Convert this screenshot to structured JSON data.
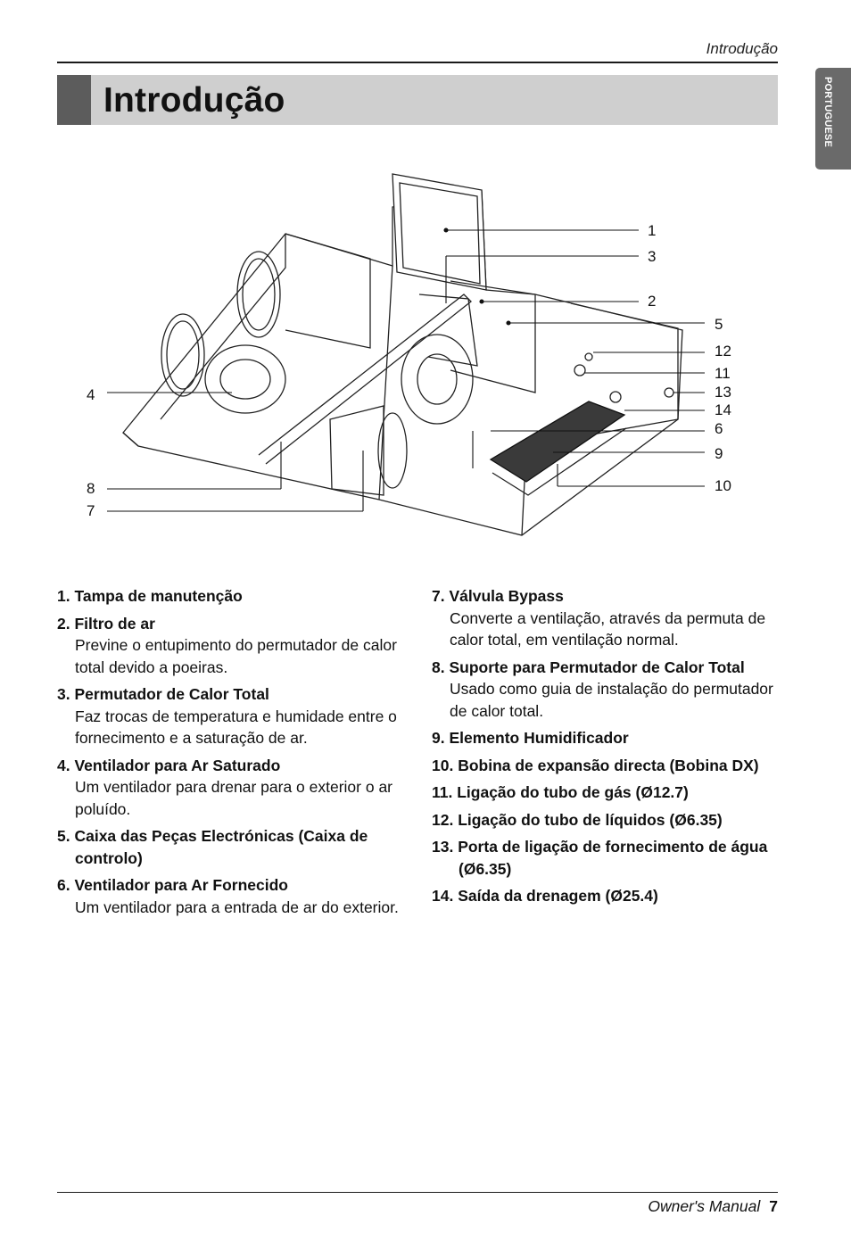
{
  "header": {
    "running_title": "Introdução",
    "page_title": "Introdução",
    "side_tab": "PORTUGUESE"
  },
  "diagram": {
    "callouts": [
      "1",
      "3",
      "2",
      "5",
      "12",
      "11",
      "13",
      "14",
      "6",
      "9",
      "10",
      "4",
      "8",
      "7"
    ]
  },
  "items_left": [
    {
      "title": "1. Tampa de manutenção",
      "desc": ""
    },
    {
      "title": "2. Filtro de ar",
      "desc": "Previne o entupimento do permutador de calor total devido a poeiras."
    },
    {
      "title": "3. Permutador de Calor Total",
      "desc": "Faz trocas de temperatura e humidade entre o fornecimento e a saturação de ar."
    },
    {
      "title": "4. Ventilador para Ar Saturado",
      "desc": "Um ventilador para drenar para o exterior o ar poluído."
    },
    {
      "title": "5. Caixa das Peças Electrónicas (Caixa de controlo)",
      "desc": ""
    },
    {
      "title": "6. Ventilador para Ar Fornecido",
      "desc": "Um ventilador para a entrada de ar do exterior."
    }
  ],
  "items_right": [
    {
      "title": "7. Válvula Bypass",
      "desc": "Converte a ventilação, através da permuta de calor total, em ventilação normal."
    },
    {
      "title": "8. Suporte para Permutador de Calor Total",
      "desc": "Usado como guia de instalação do permutador de calor total."
    },
    {
      "title": "9. Elemento Humidificador",
      "desc": ""
    },
    {
      "title": "10. Bobina de expansão directa (Bobina DX)",
      "desc": ""
    },
    {
      "title": "11. Ligação do tubo de gás (Ø12.7)",
      "desc": ""
    },
    {
      "title": "12. Ligação do tubo de líquidos (Ø6.35)",
      "desc": ""
    },
    {
      "title": "13. Porta de ligação de fornecimento de água (Ø6.35)",
      "desc": ""
    },
    {
      "title": "14. Saída da drenagem (Ø25.4)",
      "desc": ""
    }
  ],
  "footer": {
    "manual": "Owner's Manual",
    "page_number": "7"
  }
}
